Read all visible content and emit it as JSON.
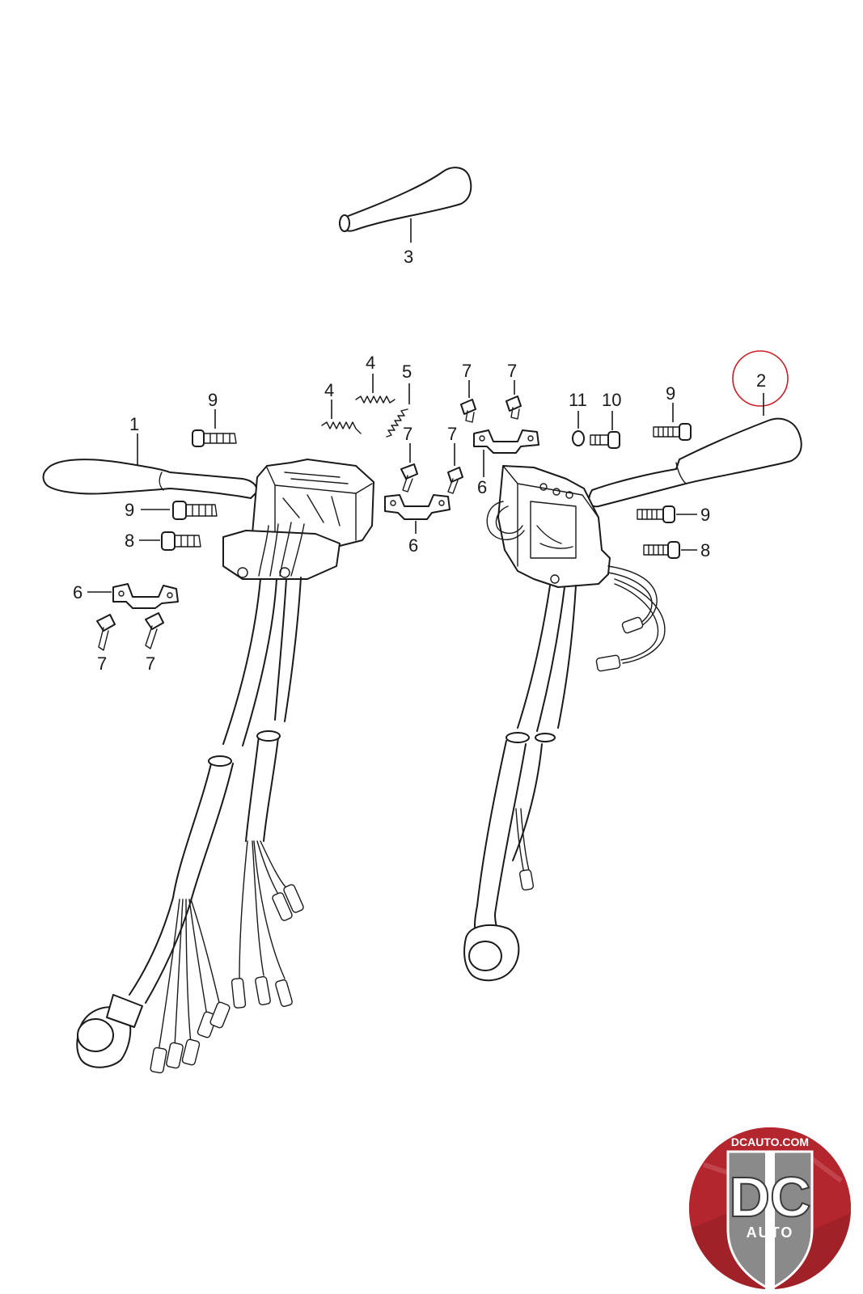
{
  "callouts": {
    "c1": "1",
    "c2": "2",
    "c3": "3",
    "c4a": "4",
    "c4b": "4",
    "c5": "5",
    "c6a": "6",
    "c6b": "6",
    "c6c": "6",
    "c7a": "7",
    "c7b": "7",
    "c7c": "7",
    "c7d": "7",
    "c7e": "7",
    "c7f": "7",
    "c8a": "8",
    "c8b": "8",
    "c9a": "9",
    "c9b": "9",
    "c9c": "9",
    "c9d": "9",
    "c10": "10",
    "c11": "11"
  },
  "highlighted_part": "2",
  "logo": {
    "site": "DCAUTO.COM",
    "mark": "DC",
    "word": "AUTO"
  },
  "colors": {
    "ink": "#1a1a1a",
    "highlight_circle": "#c8202a",
    "logo_red": "#b3262e",
    "logo_grey": "#8a8a8a"
  }
}
